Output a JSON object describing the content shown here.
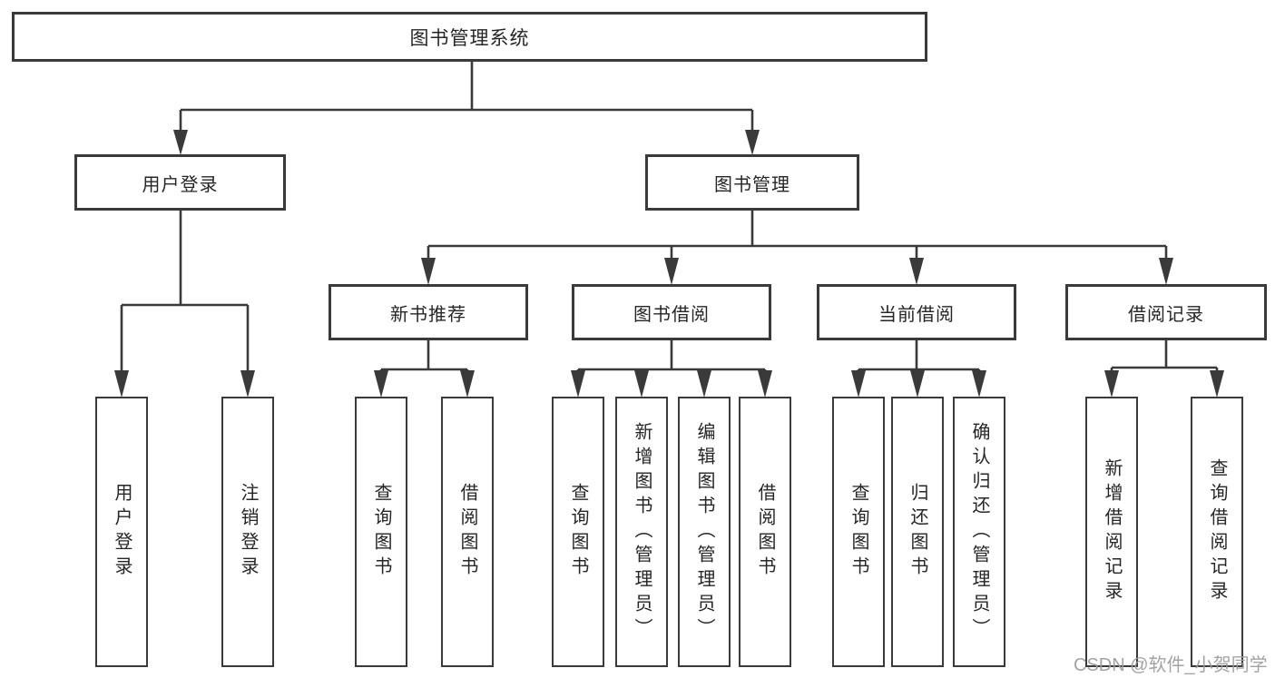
{
  "diagram": {
    "root": {
      "label": "图书管理系统"
    },
    "branches": [
      {
        "label": "用户登录",
        "leaves": [
          {
            "label": "用户登录"
          },
          {
            "label": "注销登录"
          }
        ]
      },
      {
        "label": "图书管理",
        "sections": [
          {
            "label": "新书推荐",
            "leaves": [
              {
                "label": "查询图书"
              },
              {
                "label": "借阅图书"
              }
            ]
          },
          {
            "label": "图书借阅",
            "leaves": [
              {
                "label": "查询图书"
              },
              {
                "label": "新增图书（管理员）"
              },
              {
                "label": "编辑图书（管理员）"
              },
              {
                "label": "借阅图书"
              }
            ]
          },
          {
            "label": "当前借阅",
            "leaves": [
              {
                "label": "查询图书"
              },
              {
                "label": "归还图书"
              },
              {
                "label": "确认归还（管理员）"
              }
            ]
          },
          {
            "label": "借阅记录",
            "leaves": [
              {
                "label": "新增借阅记录"
              },
              {
                "label": "查询借阅记录"
              }
            ]
          }
        ]
      }
    ]
  },
  "watermark": {
    "text": "CSDN @软件_小贺同学"
  },
  "colors": {
    "line": "#3a3a3a",
    "box_border": "#3a3a3a",
    "box_fill": "#ffffff",
    "text": "#262626",
    "watermark": "#9c9c9c",
    "background": "#ffffff"
  }
}
